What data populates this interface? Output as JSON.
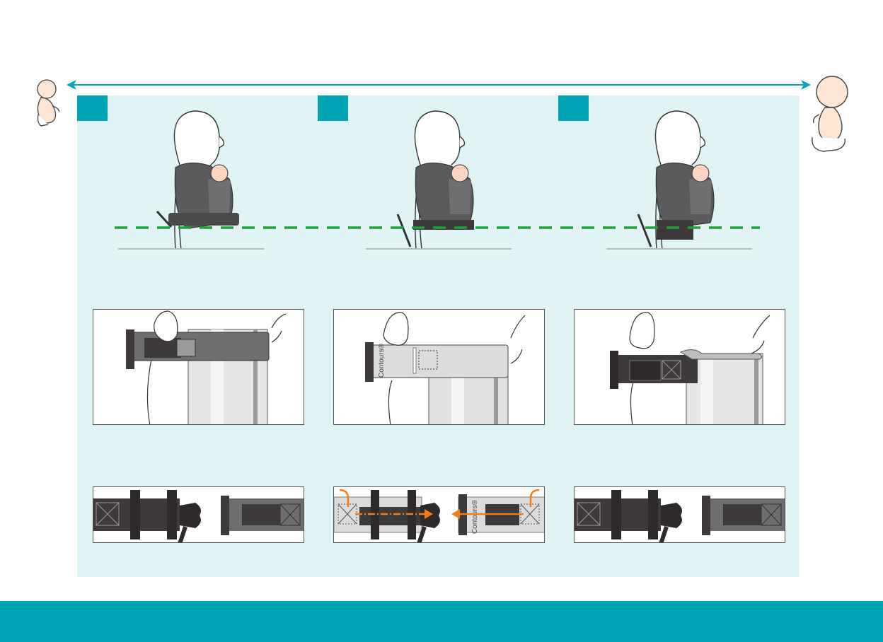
{
  "colors": {
    "accent": "#00a5b5",
    "panel_bg": "#e0f4f5",
    "waist_line": "#1f9e3a",
    "arrow_orange": "#f07d1a",
    "strap_dark": "#3e3a3b",
    "strap_mid": "#6e6e70",
    "strap_light": "#dcdcdc"
  },
  "panels": [
    {
      "id": "step-1",
      "strap": "dark",
      "brand_label": ""
    },
    {
      "id": "step-2",
      "strap": "light",
      "brand_label": "Contours®"
    },
    {
      "id": "step-3",
      "strap": "mixed",
      "brand_label": ""
    }
  ],
  "icons": [
    "newborn-baby-icon",
    "older-baby-icon",
    "size-range-arrow-icon",
    "waist-level-line-icon"
  ]
}
